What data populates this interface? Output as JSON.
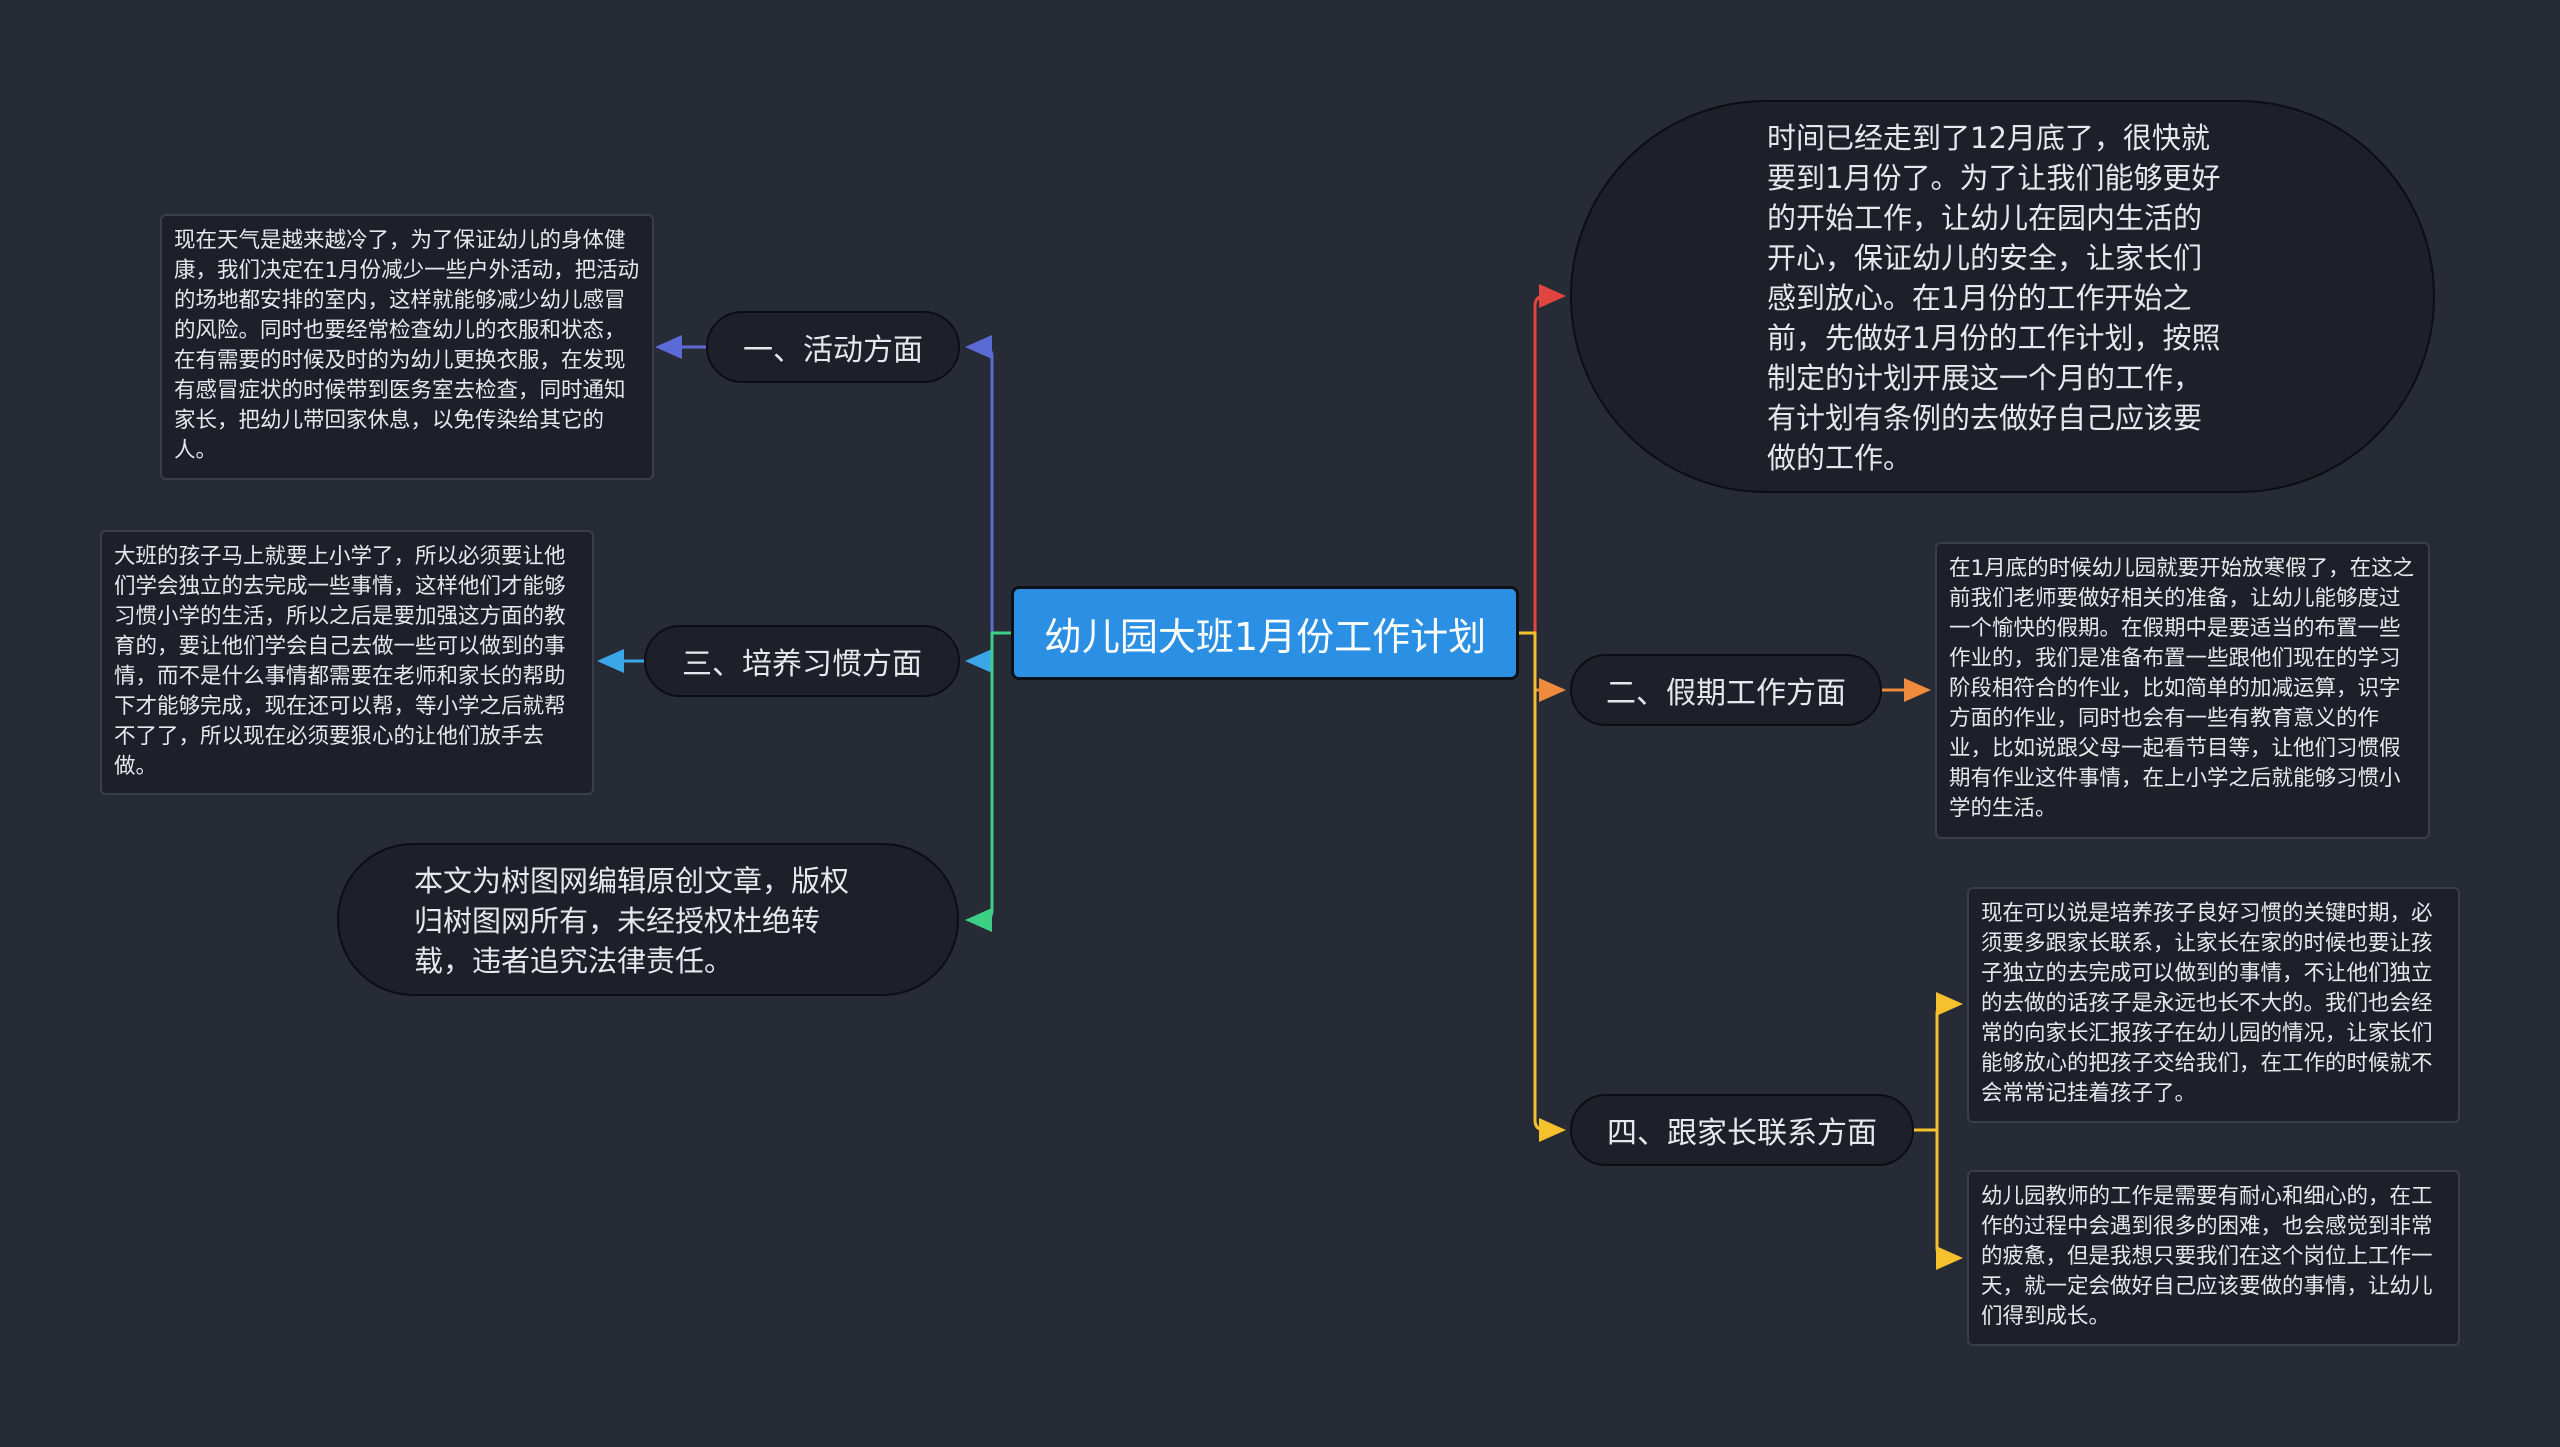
{
  "root": {
    "label": "幼儿园大班1月份工作计划"
  },
  "branches": {
    "activity": "一、活动方面",
    "habit": "三、培养习惯方面",
    "holiday": "二、假期工作方面",
    "parents": "四、跟家长联系方面"
  },
  "leaves": {
    "activity_text": "现在天气是越来越冷了，为了保证幼儿的身体健康，我们决定在1月份减少一些户外活动，把活动的场地都安排的室内，这样就能够减少幼儿感冒的风险。同时也要经常检查幼儿的衣服和状态，在有需要的时候及时的为幼儿更换衣服，在发现有感冒症状的时候带到医务室去检查，同时通知家长，把幼儿带回家休息，以免传染给其它的人。",
    "habit_text": "大班的孩子马上就要上小学了，所以必须要让他们学会独立的去完成一些事情，这样他们才能够习惯小学的生活，所以之后是要加强这方面的教育的，要让他们学会自己去做一些可以做到的事情，而不是什么事情都需要在老师和家长的帮助下才能够完成，现在还可以帮，等小学之后就帮不了了，所以现在必须要狠心的让他们放手去做。",
    "holiday_text": "在1月底的时候幼儿园就要开始放寒假了，在这之前我们老师要做好相关的准备，让幼儿能够度过一个愉快的假期。在假期中是要适当的布置一些作业的，我们是准备布置一些跟他们现在的学习阶段相符合的作业，比如简单的加减运算，识字方面的作业，同时也会有一些有教育意义的作业，比如说跟父母一起看节目等，让他们习惯假期有作业这件事情，在上小学之后就能够习惯小学的生活。",
    "parents_text_1": "现在可以说是培养孩子良好习惯的关键时期，必须要多跟家长联系，让家长在家的时候也要让孩子独立的去完成可以做到的事情，不让他们独立的去做的话孩子是永远也长不大的。我们也会经常的向家长汇报孩子在幼儿园的情况，让家长们能够放心的把孩子交给我们，在工作的时候就不会常常记挂着孩子了。",
    "parents_text_2": "幼儿园教师的工作是需要有耐心和细心的，在工作的过程中会遇到很多的困难，也会感觉到非常的疲惫，但是我想只要我们在这个岗位上工作一天，就一定会做好自己应该要做的事情，让幼儿们得到成长。"
  },
  "ovals": {
    "intro": "时间已经走到了12月底了，很快就要到1月份了。为了让我们能够更好的开始工作，让幼儿在园内生活的开心，保证幼儿的安全，让家长们感到放心。在1月份的工作开始之前，先做好1月份的工作计划，按照制定的计划开展这一个月的工作，有计划有条例的去做好自己应该要做的工作。",
    "copyright": "本文为树图网编辑原创文章，版权归树图网所有，未经授权杜绝转载，违者追究法律责任。"
  },
  "colors": {
    "background": "#272b36",
    "root_fill": "#2b8fe3",
    "line_intro": "#e0463f",
    "line_holiday": "#f08a3c",
    "line_parents": "#f5c12c",
    "line_activity": "#5b6bd6",
    "line_habit": "#3aa8e8",
    "line_copyright": "#3ecf87"
  }
}
